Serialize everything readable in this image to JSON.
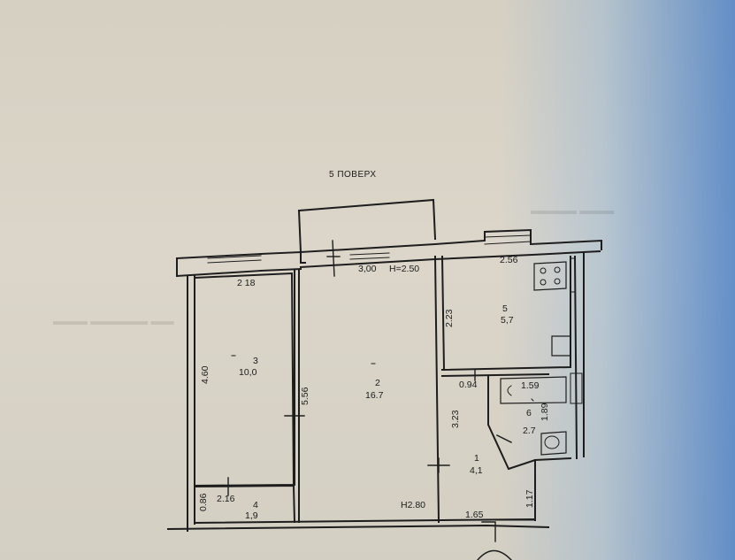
{
  "floor_label": "5  ПОВЕРХ",
  "heights": {
    "main": "H=2.50",
    "corner": "H2.80"
  },
  "rooms": [
    {
      "number": "1",
      "area": "4,1"
    },
    {
      "number": "2",
      "area": "16.7"
    },
    {
      "number": "3",
      "area": "10,0"
    },
    {
      "number": "4",
      "area": "1,9"
    },
    {
      "number": "5",
      "area": "5,7"
    },
    {
      "number": "6",
      "area": "2.7"
    }
  ],
  "dimensions": {
    "room3_width": "2 18",
    "room2_width": "3,00",
    "room5_width": "2.56",
    "room3_height": "4.60",
    "room2_height": "5.56",
    "room5_height": "2.23",
    "room4_width": "2.16",
    "room4_height": "0.86",
    "room1_width_top": "0.94",
    "room1_height": "3.23",
    "room6_width": "1.59",
    "room6_height": "1.89",
    "room1_width_bottom": "1.65",
    "room1_side": "1.17"
  },
  "colors": {
    "line": "#1d1d1d",
    "paper": "#d9d3c6",
    "scan_blue": "#3c78c8"
  }
}
